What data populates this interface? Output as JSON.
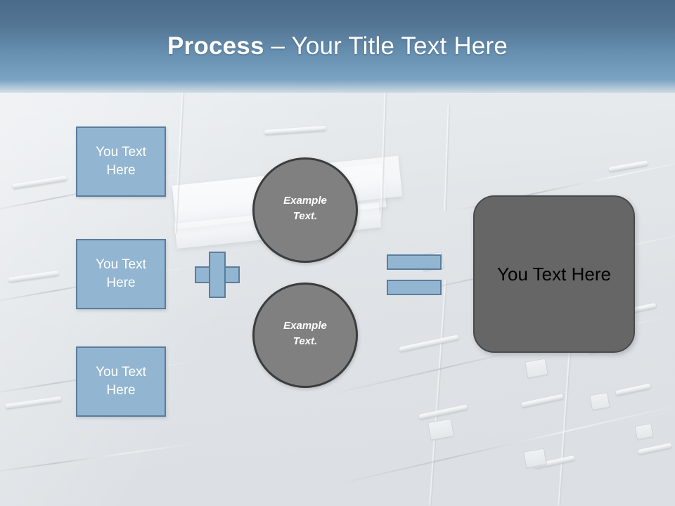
{
  "slide": {
    "title_strong": "Process",
    "title_rest": " – Your Title Text Here",
    "background_description": "filing-cabinet-photo"
  },
  "theme": {
    "banner_top_color": "#4a6b89",
    "banner_bottom_color": "#7ba3c2",
    "accent_blue": "#92b5d1",
    "accent_blue_border": "#5a7d9d",
    "circle_gray": "#808080",
    "circle_gray_border": "#3c3c3c",
    "result_gray": "#666666",
    "title_text_color": "#ffffff",
    "box_text_color": "#ffffff",
    "result_text_color": "#000000"
  },
  "inputs": {
    "boxes": [
      {
        "label": "You Text\nHere"
      },
      {
        "label": "You Text\nHere"
      },
      {
        "label": "You Text\nHere"
      }
    ]
  },
  "operators": {
    "plus_label": "plus-operator",
    "equals_label": "equals-operator"
  },
  "circles": [
    {
      "label": "Example\nText."
    },
    {
      "label": "Example\nText."
    }
  ],
  "result": {
    "label": "You Text Here"
  }
}
